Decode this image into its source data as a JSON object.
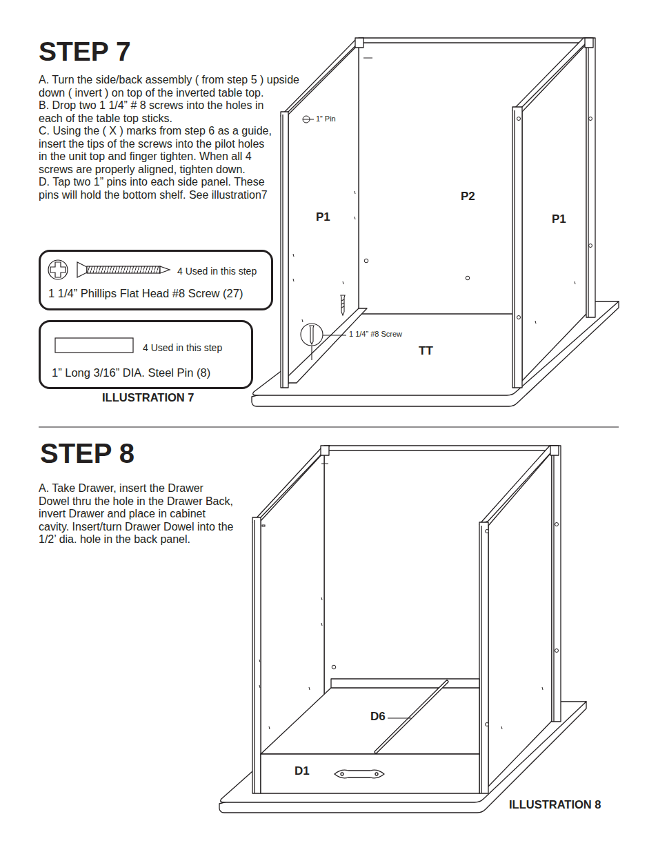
{
  "diagram": {
    "nodes": [
      {
        "text": [
          "4 Used in this step",
          "1 1/4” Phillips Flat Head #8 Screw (27)"
        ]
      },
      {
        "text": [
          "4 Used in this step",
          "1” Long 3/16” DIA. Steel Pin (8)"
        ]
      }
    ],
    "labels": [
      "STEP 7",
      "A. Turn the side/back assembly ( from step 5 ) upside down ( invert ) on top of the inverted table top.",
      "B. Drop two 1 1/4” # 8 screws into the holes in each of the table top sticks.",
      "C. Using the ( X ) marks from step 6 as a guide, insert the tips of the screws into the pilot holes in the unit top and finger tighten. When all 4 screws are properly aligned, tighten down.",
      "D. Tap two 1” pins into each side panel. These pins will hold the bottom shelf. See illustration7",
      "1” Pin",
      "P1",
      "P2",
      "P1",
      "1 1/4” #8 Screw",
      "TT",
      "ILLUSTRATION 7",
      "STEP 8",
      "A. Take Drawer, insert the Drawer Dowel thru the hole in the Drawer Back, invert Drawer and place in cabinet cavity. Insert/turn Drawer Dowel into the 1/2’ dia. hole in the back panel.",
      "D6",
      "D1",
      "ILLUSTRATION 8"
    ]
  }
}
